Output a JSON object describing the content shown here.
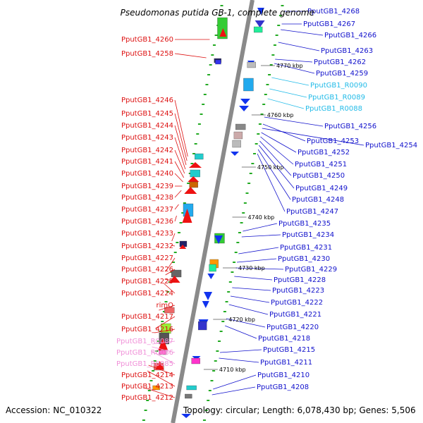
{
  "title": "Pseudomonas putida GB-1, complete genome",
  "accession": "Accession: NC_010322",
  "topology": "Topology: circular; Length: 6,078,430 bp; Genes: 5,506",
  "colors": {
    "left_label": "#dd1111",
    "left_rna_label": "#f090d8",
    "right_label": "#1111cc",
    "right_rna_label": "#22bbe8",
    "backbone": "#8a8a8a",
    "tick": "#22aa22"
  },
  "scale_marks": [
    {
      "label": "4770 kbp"
    },
    {
      "label": "4760 kbp"
    },
    {
      "label": "4750 kbp"
    },
    {
      "label": "4740 kbp"
    },
    {
      "label": "4730 kbp"
    },
    {
      "label": "4720 kbp"
    },
    {
      "label": "4710 kbp"
    }
  ],
  "left_labels": [
    {
      "id": "PputGB1_4260",
      "type": "gene"
    },
    {
      "id": "PputGB1_4258",
      "type": "gene"
    },
    {
      "id": "PputGB1_4246",
      "type": "gene"
    },
    {
      "id": "PputGB1_4245",
      "type": "gene"
    },
    {
      "id": "PputGB1_4244",
      "type": "gene"
    },
    {
      "id": "PputGB1_4243",
      "type": "gene"
    },
    {
      "id": "PputGB1_4242",
      "type": "gene"
    },
    {
      "id": "PputGB1_4241",
      "type": "gene"
    },
    {
      "id": "PputGB1_4240",
      "type": "gene"
    },
    {
      "id": "PputGB1_4239",
      "type": "gene"
    },
    {
      "id": "PputGB1_4238",
      "type": "gene"
    },
    {
      "id": "PputGB1_4237",
      "type": "gene"
    },
    {
      "id": "PputGB1_4236",
      "type": "gene"
    },
    {
      "id": "PputGB1_4233",
      "type": "gene"
    },
    {
      "id": "PputGB1_4232",
      "type": "gene"
    },
    {
      "id": "PputGB1_4227",
      "type": "gene"
    },
    {
      "id": "PputGB1_4226",
      "type": "gene"
    },
    {
      "id": "PputGB1_4225",
      "type": "gene"
    },
    {
      "id": "PputGB1_4224",
      "type": "gene"
    },
    {
      "id": "rimO",
      "type": "gene"
    },
    {
      "id": "PputGB1_4217",
      "type": "gene"
    },
    {
      "id": "PputGB1_4216",
      "type": "gene"
    },
    {
      "id": "PputGB1_R0087",
      "type": "rna"
    },
    {
      "id": "PputGB1_R0086",
      "type": "rna"
    },
    {
      "id": "PputGB1_R0085",
      "type": "rna"
    },
    {
      "id": "PputGB1_4214",
      "type": "gene"
    },
    {
      "id": "PputGB1_4213",
      "type": "gene"
    },
    {
      "id": "PputGB1_4212",
      "type": "gene"
    }
  ],
  "right_labels": [
    {
      "id": "PputGB1_4268",
      "type": "gene"
    },
    {
      "id": "PputGB1_4267",
      "type": "gene"
    },
    {
      "id": "PputGB1_4266",
      "type": "gene"
    },
    {
      "id": "PputGB1_4263",
      "type": "gene"
    },
    {
      "id": "PputGB1_4262",
      "type": "gene"
    },
    {
      "id": "PputGB1_4259",
      "type": "gene"
    },
    {
      "id": "PputGB1_R0090",
      "type": "rna"
    },
    {
      "id": "PputGB1_R0089",
      "type": "rna"
    },
    {
      "id": "PputGB1_R0088",
      "type": "rna"
    },
    {
      "id": "PputGB1_4256",
      "type": "gene"
    },
    {
      "id": "PputGB1_4253",
      "type": "gene"
    },
    {
      "id": "PputGB1_4254",
      "type": "gene"
    },
    {
      "id": "PputGB1_4252",
      "type": "gene"
    },
    {
      "id": "PputGB1_4251",
      "type": "gene"
    },
    {
      "id": "PputGB1_4250",
      "type": "gene"
    },
    {
      "id": "PputGB1_4249",
      "type": "gene"
    },
    {
      "id": "PputGB1_4248",
      "type": "gene"
    },
    {
      "id": "PputGB1_4247",
      "type": "gene"
    },
    {
      "id": "PputGB1_4235",
      "type": "gene"
    },
    {
      "id": "PputGB1_4234",
      "type": "gene"
    },
    {
      "id": "PputGB1_4231",
      "type": "gene"
    },
    {
      "id": "PputGB1_4230",
      "type": "gene"
    },
    {
      "id": "PputGB1_4229",
      "type": "gene"
    },
    {
      "id": "PputGB1_4228",
      "type": "gene"
    },
    {
      "id": "PputGB1_4223",
      "type": "gene"
    },
    {
      "id": "PputGB1_4222",
      "type": "gene"
    },
    {
      "id": "PputGB1_4221",
      "type": "gene"
    },
    {
      "id": "PputGB1_4220",
      "type": "gene"
    },
    {
      "id": "PputGB1_4218",
      "type": "gene"
    },
    {
      "id": "PputGB1_4215",
      "type": "gene"
    },
    {
      "id": "PputGB1_4211",
      "type": "gene"
    },
    {
      "id": "PputGB1_4210",
      "type": "gene"
    },
    {
      "id": "PputGB1_4208",
      "type": "gene"
    }
  ]
}
